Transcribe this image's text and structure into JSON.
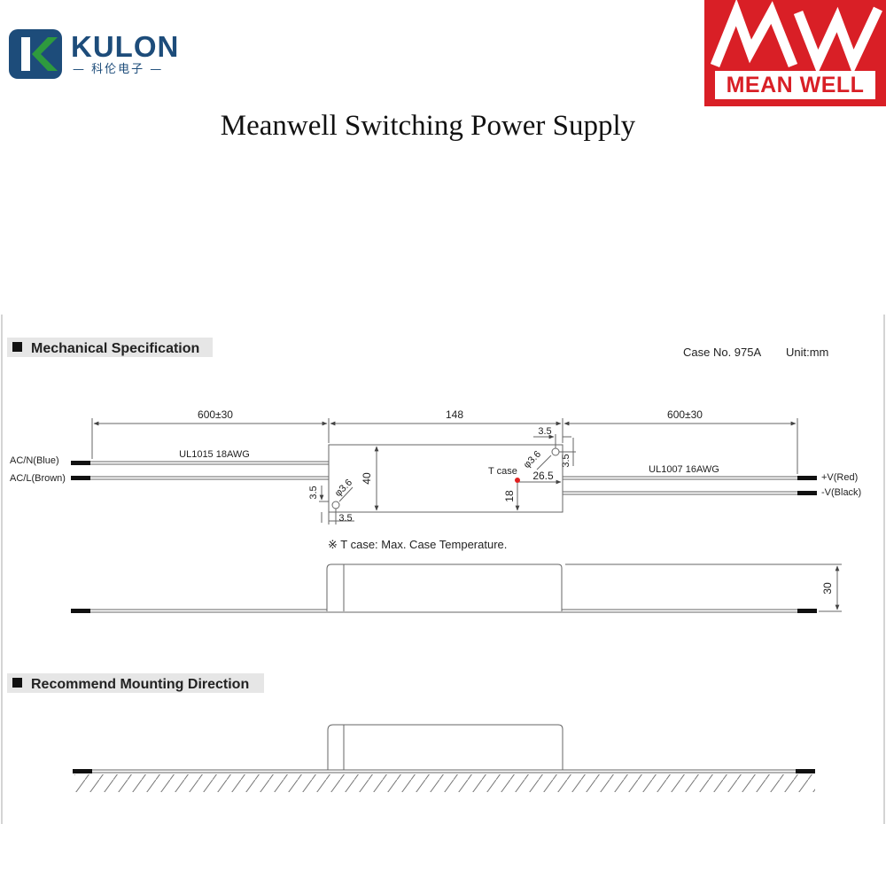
{
  "header": {
    "kulon_logo": {
      "name": "KULON",
      "subtitle": "— 科伦电子 —",
      "colors": {
        "navy": "#1d4c7a",
        "green": "#2e9a3e"
      }
    },
    "meanwell_logo": {
      "monogram": "MW",
      "name": "MEAN WELL",
      "color": "#d91f26"
    },
    "title": "Meanwell Switching Power Supply"
  },
  "mech": {
    "heading": "Mechanical Specification",
    "case_no": "Case No. 975A",
    "unit": "Unit:mm",
    "dim_left_cable": "600±30",
    "dim_body_length": "148",
    "dim_right_cable": "600±30",
    "dim_left_hole_offset": "3.5",
    "dim_left_hole_bottom": "3.5",
    "dim_left_hole_dia": "φ3.6",
    "dim_right_hole_top": "3.5",
    "dim_right_hole_side": "3.5",
    "dim_right_hole_dia": "φ3.6",
    "dim_width": "40",
    "dim_tcase_x": "26.5",
    "dim_tcase_y": "18",
    "dim_height": "30",
    "input_wire_type": "UL1015 18AWG",
    "output_wire_type": "UL1007 16AWG",
    "wire_acn": "AC/N(Blue)",
    "wire_acl": "AC/L(Brown)",
    "wire_vpos": "+V(Red)",
    "wire_vneg": "-V(Black)",
    "tcase_label": "T case",
    "tcase_note": "※ T case: Max. Case Temperature."
  },
  "mount": {
    "heading": "Recommend Mounting Direction"
  },
  "colors": {
    "tcase_dot": "#e02020",
    "heading_bg": "#e6e6e6",
    "line": "#666666"
  }
}
